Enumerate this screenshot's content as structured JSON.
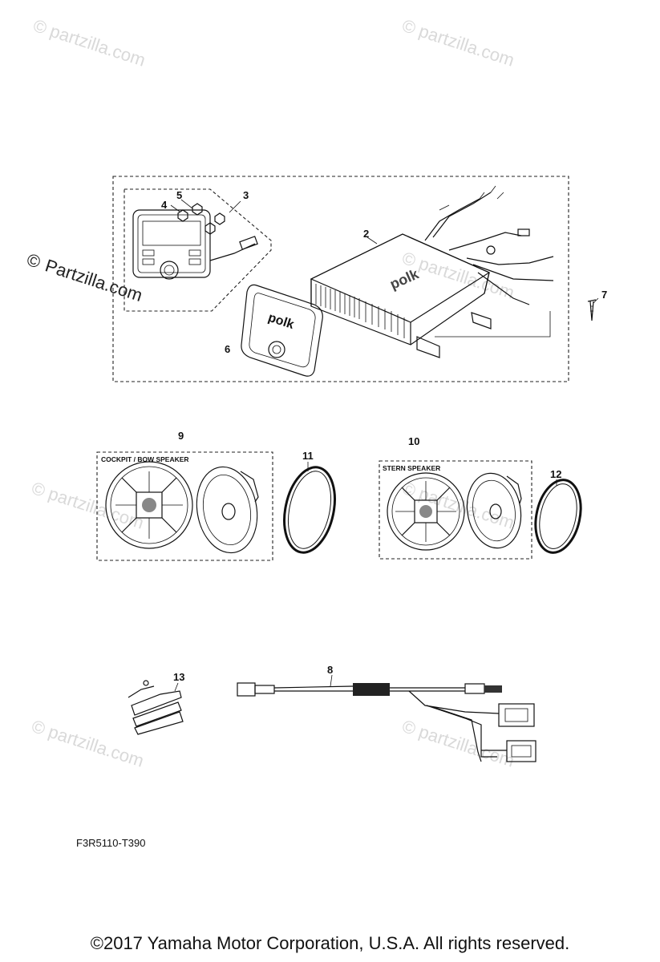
{
  "watermark": {
    "text": "partzilla.com",
    "prominent_text": "Partzilla.com",
    "symbol": "©"
  },
  "callouts": {
    "c1": "2",
    "c2": "3",
    "c3": "4",
    "c4": "5",
    "c5": "6",
    "c6": "7",
    "c7": "9",
    "c8": "10",
    "c9": "11",
    "c10": "12",
    "c11": "13",
    "c12": "8"
  },
  "box_labels": {
    "cockpit": "COCKPIT / BOW SPEAKER",
    "stern": "STERN SPEAKER"
  },
  "brand_marks": {
    "amplifier": "polk",
    "remote": "polk"
  },
  "diagram_code": "F3R5110-T390",
  "copyright": "©2017  Yamaha Motor Corporation, U.S.A. All rights reserved."
}
